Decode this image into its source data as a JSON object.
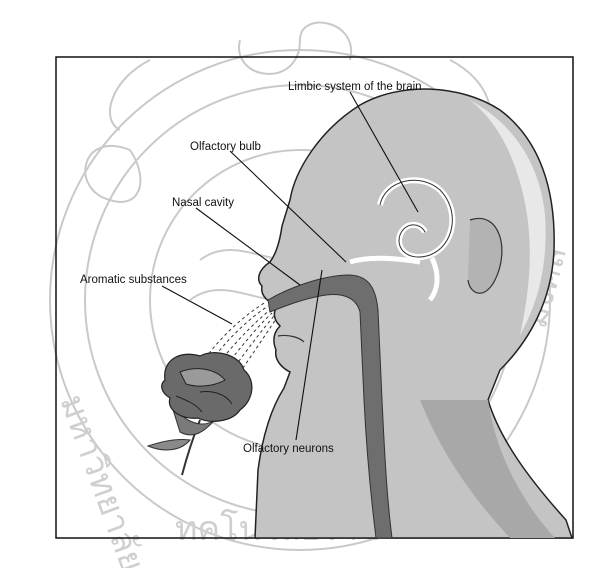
{
  "labels": {
    "limbic": "Limbic system of the brain",
    "bulb": "Olfactory bulb",
    "cavity": "Nasal cavity",
    "aromatic": "Aromatic substances",
    "neurons": "Olfactory neurons"
  },
  "watermark": {
    "bottom_text": "ทคโนโลยีราช",
    "left_text": "มหาวิทยาลัย",
    "right_text": "มงคล"
  },
  "colors": {
    "head_fill": "#c4c4c4",
    "head_shade": "#9a9a9a",
    "airway": "#6e6e6e",
    "frame": "#111111"
  }
}
